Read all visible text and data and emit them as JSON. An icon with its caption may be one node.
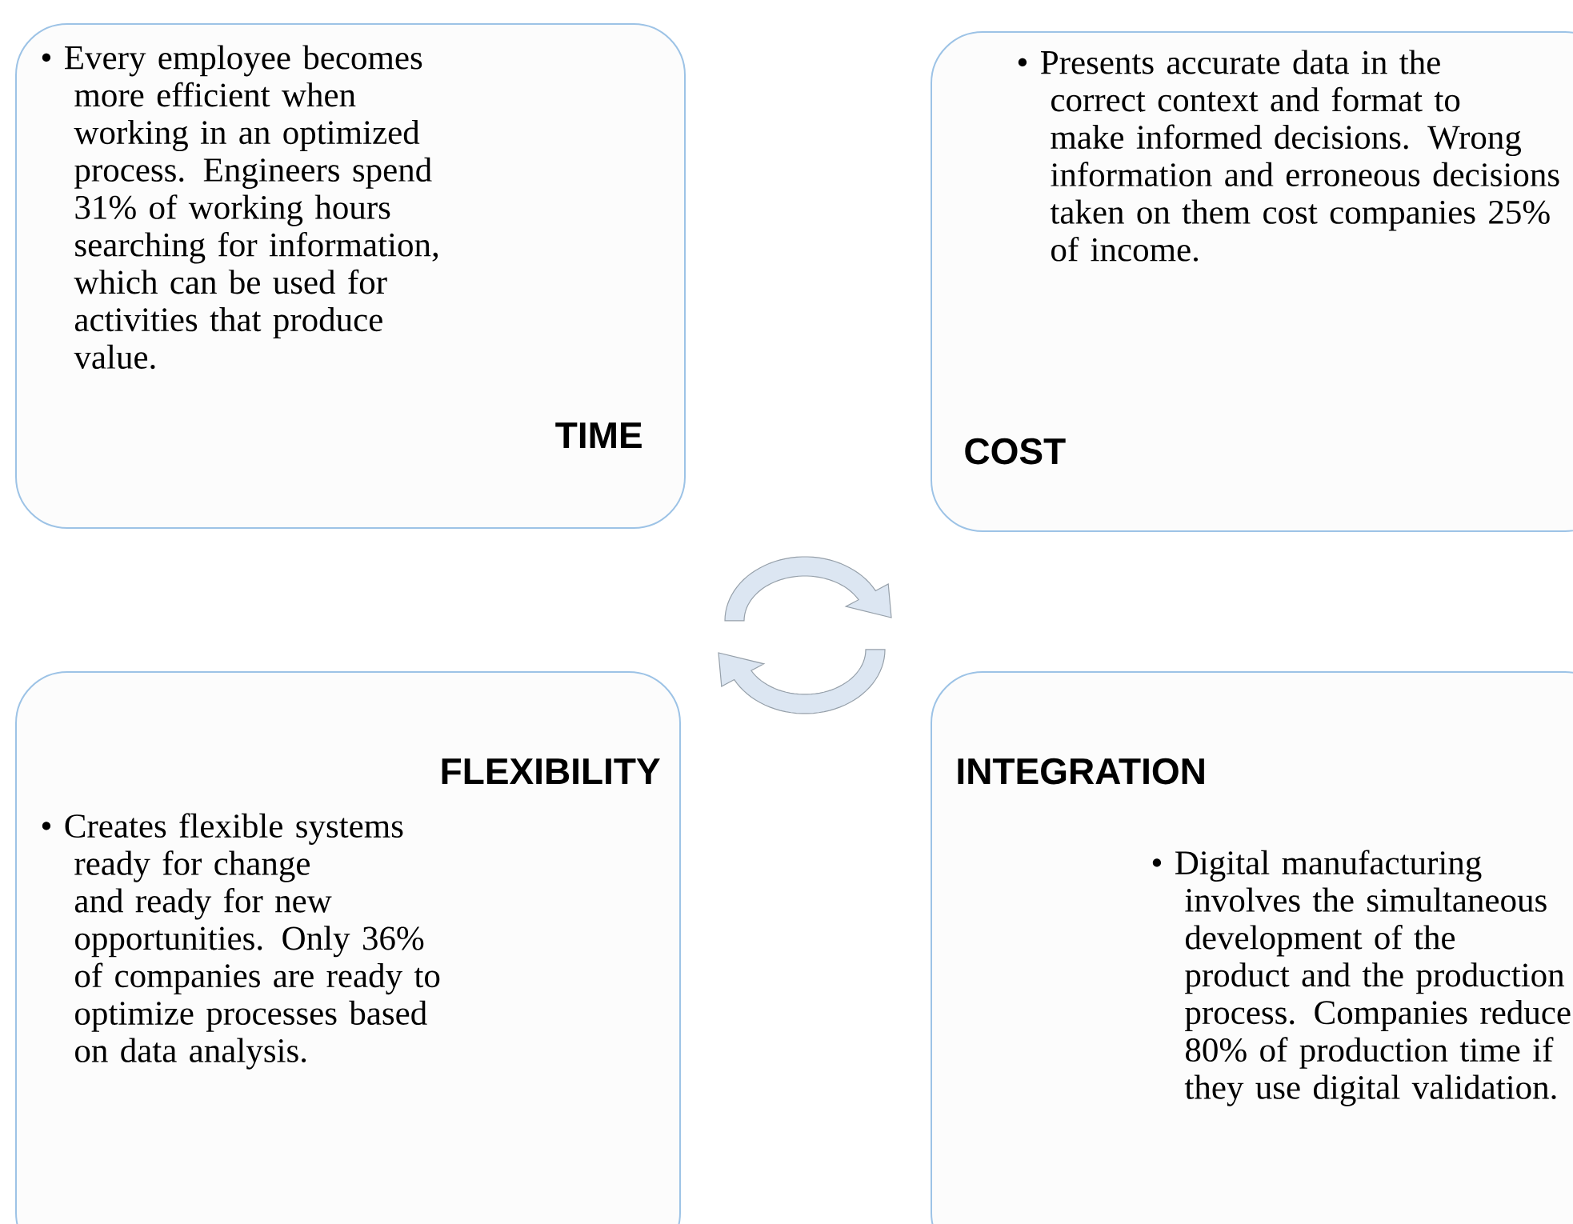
{
  "diagram": {
    "nodes": [
      {
        "text": [
          "• Every employee becomes more efficient when working in an optimized process. Engineers spend 31% of working hours searching for information, which can be used for activities that produce value.",
          "TIME"
        ]
      },
      {
        "text": [
          "• Presents accurate data in the correct context and format to make informed decisions. Wrong information and erroneous decisions taken on them cost companies 25% of income.",
          "COST"
        ]
      },
      {
        "text": [
          "FLEXIBILITY",
          "• Creates flexible systems ready for change and ready for new opportunities. Only 36% of companies are ready to optimize processes based on data analysis."
        ]
      },
      {
        "text": [
          "INTEGRATION",
          "• Digital manufacturing involves the simultaneous development of the product and the production process. Companies reduce 80% of production time if they use digital validation."
        ]
      }
    ]
  }
}
